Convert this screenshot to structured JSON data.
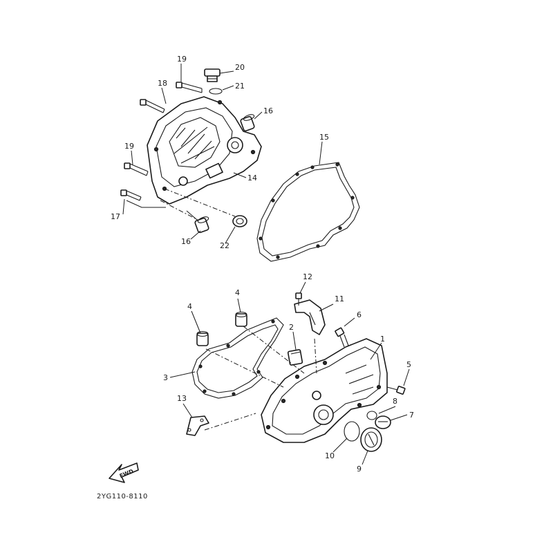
{
  "diagram": {
    "drawing_code": "2YG110-8110",
    "fwd_label": "FWD",
    "callouts": {
      "c1": "1",
      "c2": "2",
      "c3": "3",
      "c4a": "4",
      "c4b": "4",
      "c5": "5",
      "c6": "6",
      "c7": "7",
      "c8": "8",
      "c9": "9",
      "c10": "10",
      "c11": "11",
      "c12": "12",
      "c13": "13",
      "c14": "14",
      "c15": "15",
      "c16a": "16",
      "c16b": "16",
      "c17": "17",
      "c18": "18",
      "c19a": "19",
      "c19b": "19",
      "c20": "20",
      "c21": "21",
      "c22": "22"
    }
  }
}
